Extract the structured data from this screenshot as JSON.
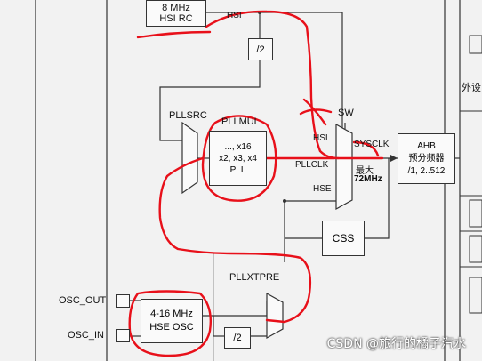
{
  "diagram": {
    "hsi_rc": {
      "line1": "8 MHz",
      "line2": "HSI RC"
    },
    "hsi_wire_label": "HSI",
    "div2_top": "/2",
    "pllsrc": "PLLSRC",
    "pllmul": {
      "title": "PLLMUL",
      "line1": "..., x16",
      "line2": "x2, x3, x4",
      "line3": "PLL"
    },
    "sw": "SW",
    "mux_hsi": "HSI",
    "mux_pllclk": "PLLCLK",
    "mux_hse": "HSE",
    "sysclk": "SYSCLK",
    "max": "最大",
    "freq_72": "72MHz",
    "ahb": {
      "line1": "AHB",
      "line2": "预分频器",
      "line3": "/1, 2..512"
    },
    "css": "CSS",
    "pllxtpre": "PLLXTPRE",
    "osc_out": "OSC_OUT",
    "osc_in": "OSC_IN",
    "hse_osc": {
      "line1": "4-16 MHz",
      "line2": "HSE OSC"
    },
    "div2_bottom": "/2",
    "right_edge_text": "外设"
  },
  "watermark": "CSDN @旅行的橘子汽水",
  "colors": {
    "annotation_red": "#e8101a",
    "line": "#333333"
  }
}
